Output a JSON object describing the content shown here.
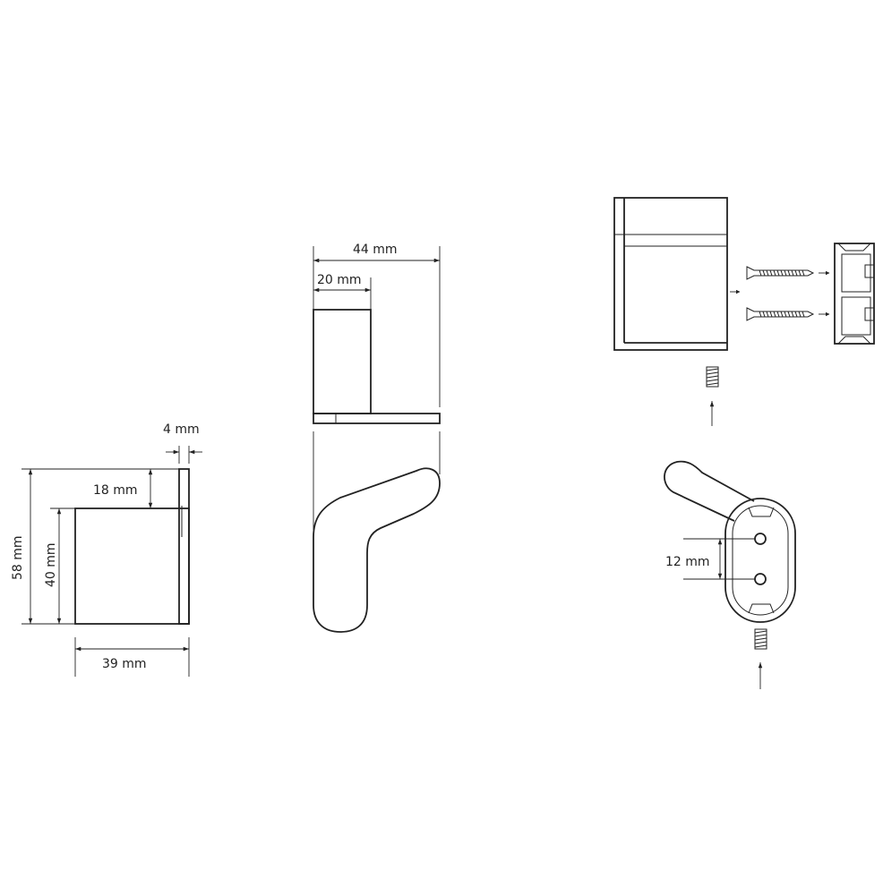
{
  "dimensions": {
    "side_view": {
      "plate_thickness": "4 mm",
      "hook_offset": "18 mm",
      "total_height": "58 mm",
      "block_height": "40 mm",
      "block_width": "39 mm"
    },
    "top_view": {
      "total_depth": "44 mm",
      "block_depth": "20 mm"
    },
    "mounting_view": {
      "hole_spacing": "12 mm"
    }
  },
  "colors": {
    "line": "#222222",
    "background": "#ffffff"
  },
  "icons": [
    "screw-icon",
    "wall-plug-icon",
    "set-screw-icon",
    "arrow-icon"
  ]
}
